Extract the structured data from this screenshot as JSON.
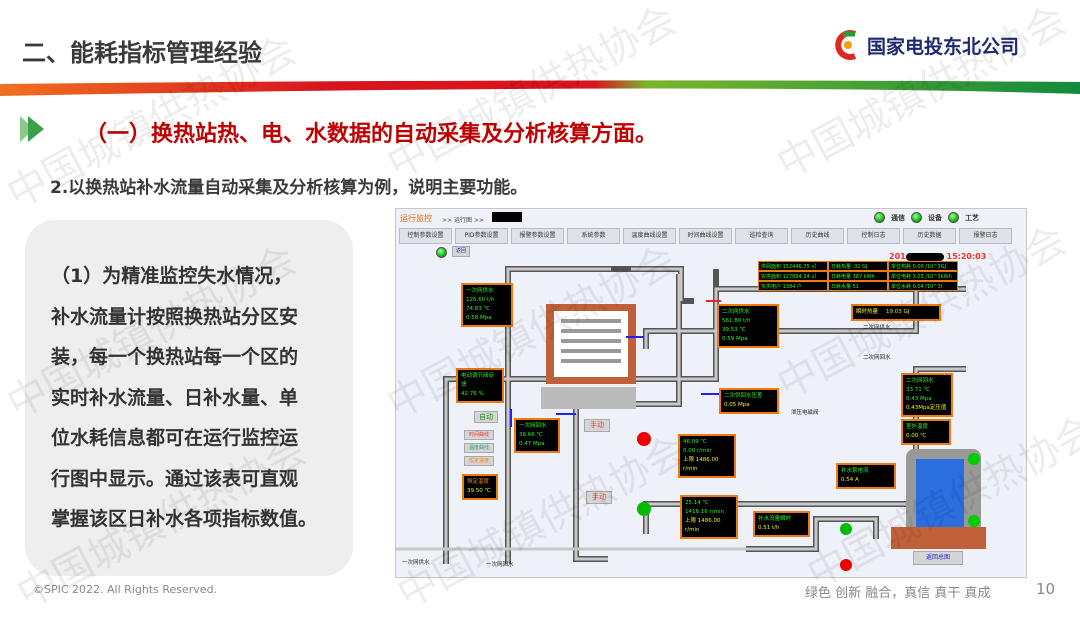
{
  "header": {
    "title": "二、能耗指标管理经验",
    "logo_text": "国家电投东北公司"
  },
  "watermark": "中国城镇供热协会",
  "section_heading": "（一）换热站热、电、水数据的自动采集及分析核算方面。",
  "subheading": "2.以换热站补水流量自动采集及分析核算为例，说明主要功能。",
  "description_lines": [
    "（1）为精准监控失水情况，",
    "补水流量计按照换热站分区安",
    "装，每一个换热站每一个区的",
    "实时补水流量、日补水量、单",
    "位水耗信息都可在运行监控运",
    "行图中显示。通过该表可直观",
    "掌握该区日补水各项指标数值。"
  ],
  "footer": {
    "copyright": "©SPIC 2022. All Rights Reserved.",
    "slogan": "绿色 创新 融合，真信 真干 真成",
    "page": "10"
  },
  "scada": {
    "breadcrumb": "运行监控",
    "breadcrumb_sub": ">> 运行图 >>",
    "status": [
      "通信",
      "设备",
      "工艺"
    ],
    "tabs": [
      "控制参数设置",
      "PID参数设置",
      "报警参数设置",
      "系统参数",
      "温度曲线设置",
      "时间曲线设置",
      "巡检查询",
      "历史曲线",
      "控制日志",
      "历史数据",
      "报警日志"
    ],
    "back_label": "返回",
    "date_prefix": "201",
    "time": "15:20:03",
    "summary_table": [
      "供网面积  152446.75 ㎡",
      "日耗热量 .31 GJ",
      "单位热耗 0.00 /10^3GJ",
      "实供面积  127894.34 ㎡",
      "日耗电量 387 kWh",
      "单位电耗 3.03 /10^3kWh",
      "实供用户  1384 户",
      "日耗水量 51",
      "单位水耗 0.04 /10^3t"
    ],
    "primary_supply": {
      "title": "一次网供水",
      "flow": "125.60 t/h",
      "temp": "74.83 ℃",
      "pressure": "0.58 Mpa"
    },
    "secondary_supply": {
      "title": "二次网供水",
      "flow": "561.80 t/h",
      "temp": "39.53 ℃",
      "pressure": "0.59 Mpa"
    },
    "instant_heat": {
      "title": "瞬时热量",
      "value": "19.03 GJ"
    },
    "valve_feedback": {
      "title": "电动调节阀反馈",
      "value": "42.76 %"
    },
    "pressure_diff": {
      "title": "二次供回水压差",
      "value": "0.05 Mpa"
    },
    "primary_return": {
      "title": "一次网回水",
      "temp": "38.66 ℃",
      "pressure": "0.47 Mpa"
    },
    "pump1": {
      "temp": "46.09 ℃",
      "speed": "0.00 r/min",
      "limit": "上限 1486.00 r/min",
      "mode": "手动"
    },
    "pump2": {
      "temp": "25.14 ℃",
      "speed": "1416.16 r/min",
      "limit": "上限 1486.00 r/min",
      "mode": "手动"
    },
    "secondary_return": {
      "title": "二次网回水",
      "temp": "33.71 ℃",
      "pressure": "0.43 Mpa",
      "setpoint": "0.43Mpa定压值"
    },
    "outdoor_temp": {
      "title": "室外温度",
      "value": "0.00 ℃"
    },
    "makeup_pump_current": {
      "title": "补水泵电流",
      "value": "0.54 A"
    },
    "makeup_flow": {
      "title": "补水流量瞬时",
      "value": "0.51 t/h"
    },
    "control_modes": {
      "auto": "自动",
      "time_curve": "时间曲线",
      "temp_curve": "温度曲线",
      "const_temp": "恒定温度"
    },
    "const_temp_box": {
      "title": "恒定温度",
      "value": "39.50 ℃"
    },
    "labels": {
      "primary_supply_pipe": "一次网供水",
      "primary_return_pipe": "一次网回水",
      "secondary_supply_pipe": "二次网供水",
      "secondary_return_pipe": "二次网回水",
      "solenoid": "泄压电磁阀"
    },
    "back_to_main": "返回总图"
  }
}
